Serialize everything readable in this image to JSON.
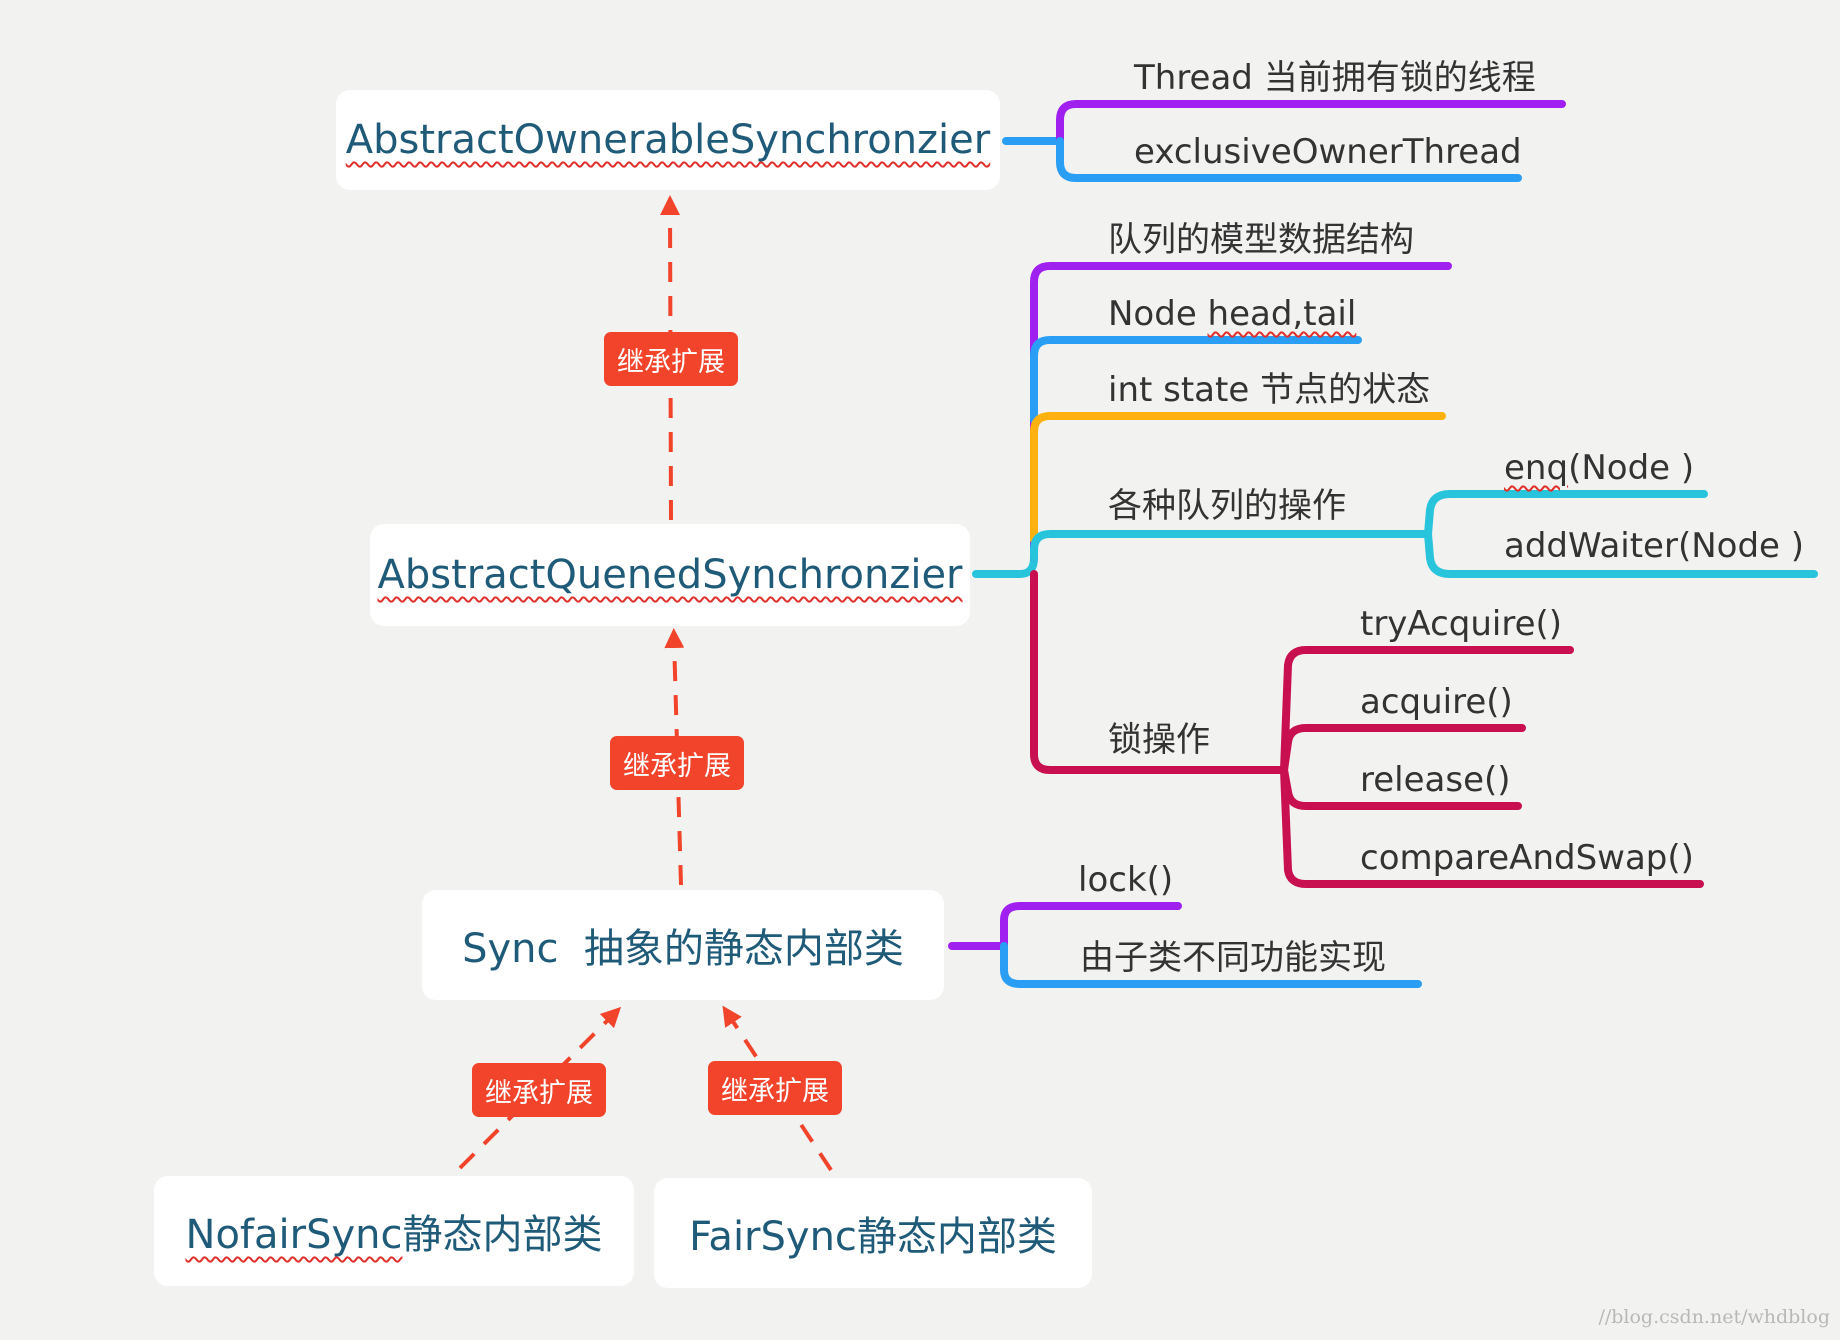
{
  "nodes": {
    "aos": "AbstractOwnerableSynchronzier",
    "aqs": "AbstractQuenedSynchronzier",
    "sync": "Sync  抽象的静态内部类",
    "nofair_prefix": "NofairSync",
    "nofair_suffix": "静态内部类",
    "fair": "FairSync静态内部类"
  },
  "badge_label": "继承扩展",
  "aos_branches": {
    "thread": "Thread 当前拥有锁的线程",
    "exclusive": "exclusiveOwnerThread"
  },
  "aqs_branches": {
    "queue_model": "队列的模型数据结构",
    "node_prefix": "Node ",
    "node_wavy": "head,tail",
    "state": "int state 节点的状态",
    "queue_ops": "各种队列的操作",
    "enq_wavy": "enq",
    "enq_rest": "(Node )",
    "add_waiter": "addWaiter(Node )",
    "lock_ops": "锁操作",
    "try_acquire": "tryAcquire()",
    "acquire": "acquire()",
    "release": "release()",
    "cas": "compareAndSwap()"
  },
  "sync_branches": {
    "lock": "lock()",
    "impl": "由子类不同功能实现"
  },
  "watermark": "//blog.csdn.net/whdblog",
  "colors": {
    "purple": "#a020f0",
    "blue": "#2a9df4",
    "orange": "#ffb20f",
    "cyan": "#28c4dc",
    "crimson": "#c80f4f",
    "arrow_red": "#f2432b",
    "node_text": "#1f5a78"
  }
}
